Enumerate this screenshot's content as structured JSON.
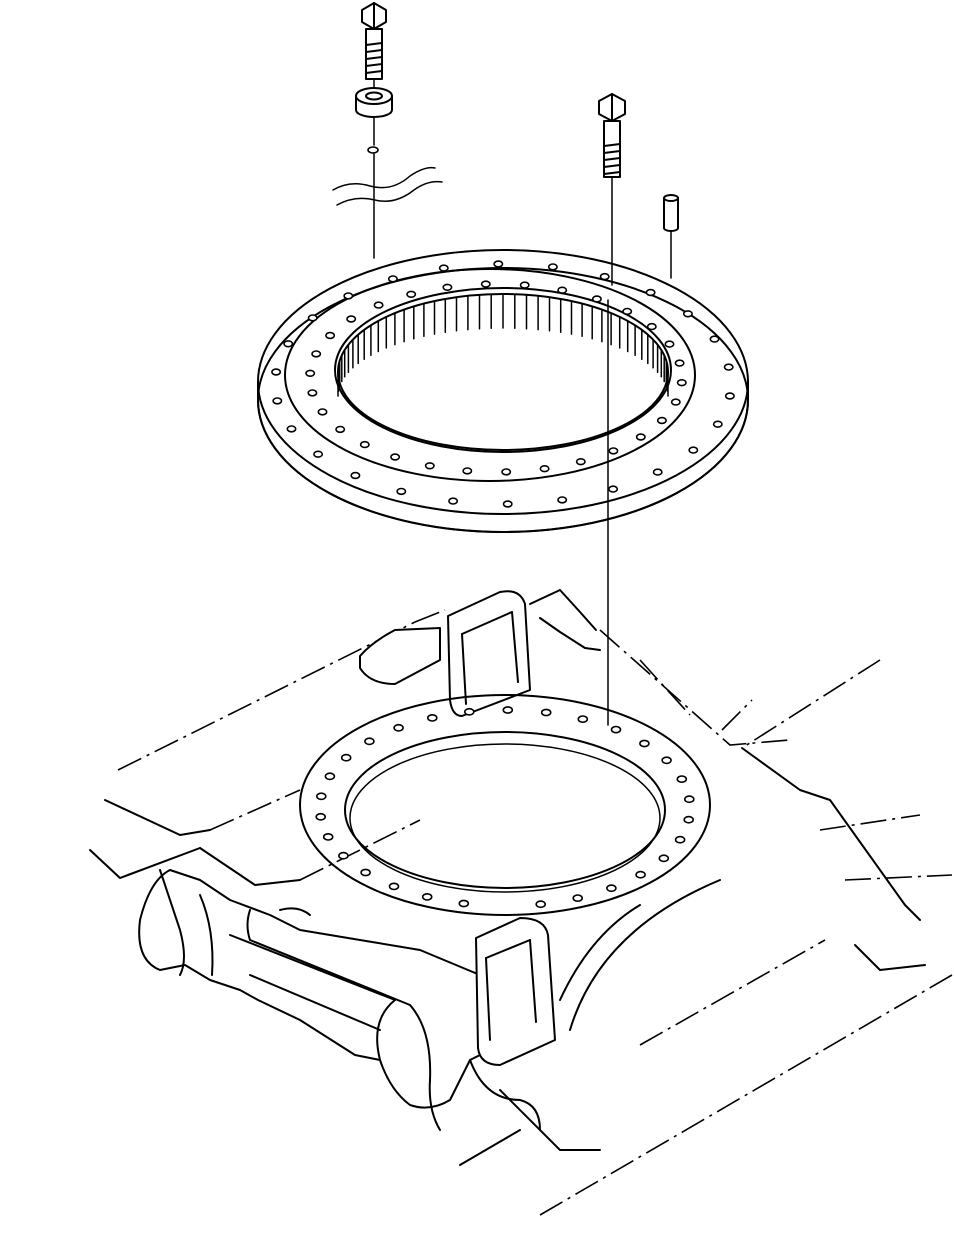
{
  "colors": {
    "line": "#000000",
    "background": "#ffffff"
  },
  "parts": [
    {
      "name": "bolt",
      "icon": "hex-bolt-icon"
    },
    {
      "name": "washer",
      "icon": "thick-washer-icon"
    },
    {
      "name": "swing-circle-bolt",
      "icon": "hex-bolt-icon"
    },
    {
      "name": "dowel-pin",
      "icon": "pin-icon"
    },
    {
      "name": "swing-circle",
      "icon": "bearing-ring-icon"
    },
    {
      "name": "track-frame",
      "icon": "frame-icon"
    }
  ]
}
